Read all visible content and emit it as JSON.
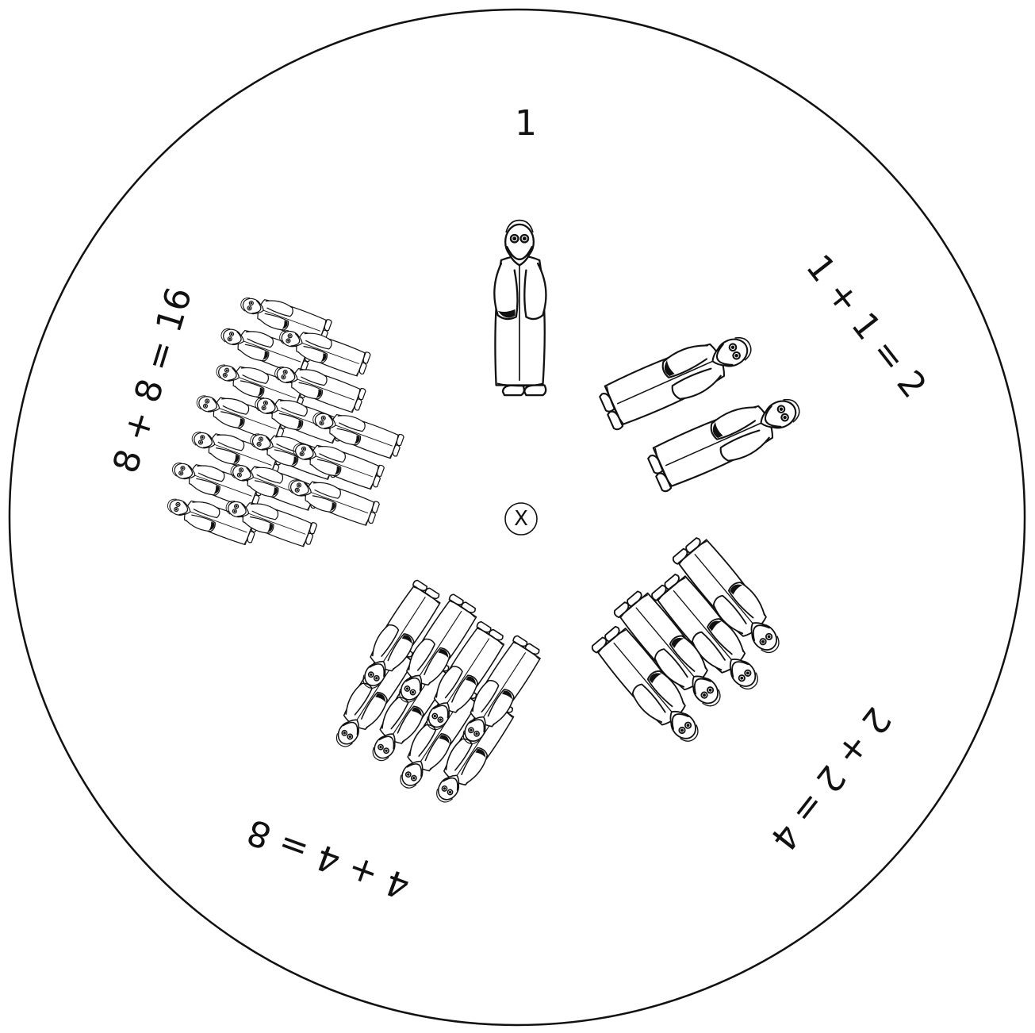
{
  "wheel": {
    "center_mark": "X",
    "line_color": "#111111",
    "background": "#ffffff"
  },
  "segments": [
    {
      "label": "1",
      "people": 1
    },
    {
      "label": "1 + 1 = 2",
      "people": 2
    },
    {
      "label": "2 + 2 = 4",
      "people": 4
    },
    {
      "label": "4 + 4 = 8",
      "people": 8
    },
    {
      "label": "8 + 8 = 16",
      "people": 16
    }
  ]
}
